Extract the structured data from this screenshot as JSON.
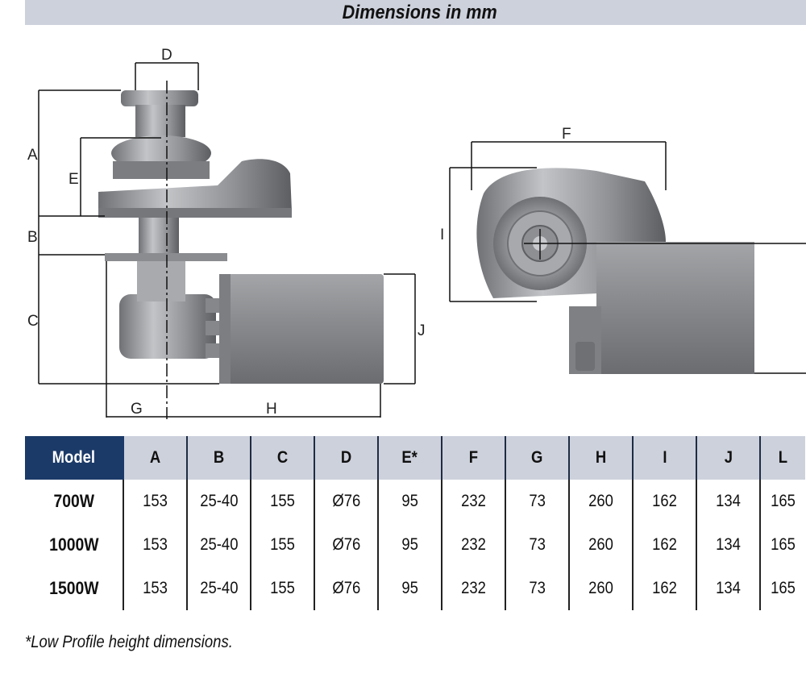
{
  "title": "Dimensions in mm",
  "diagram": {
    "labels": [
      "A",
      "B",
      "C",
      "D",
      "E",
      "F",
      "G",
      "H",
      "I",
      "J"
    ],
    "colors": {
      "body": "#8e9093",
      "body_light": "#b9bbbe",
      "body_dark": "#5e6064",
      "line": "#111111"
    }
  },
  "table": {
    "headers": [
      "Model",
      "A",
      "B",
      "C",
      "D",
      "E*",
      "F",
      "G",
      "H",
      "I",
      "J",
      "L"
    ],
    "rows": [
      [
        "700W",
        "153",
        "25-40",
        "155",
        "Ø76",
        "95",
        "232",
        "73",
        "260",
        "162",
        "134",
        "165"
      ],
      [
        "1000W",
        "153",
        "25-40",
        "155",
        "Ø76",
        "95",
        "232",
        "73",
        "260",
        "162",
        "134",
        "165"
      ],
      [
        "1500W",
        "153",
        "25-40",
        "155",
        "Ø76",
        "95",
        "232",
        "73",
        "260",
        "162",
        "134",
        "165"
      ]
    ],
    "colors": {
      "model_header_bg": "#1b3a68",
      "header_bg": "#cdd1dc"
    }
  },
  "footnote": "*Low Profile height dimensions."
}
